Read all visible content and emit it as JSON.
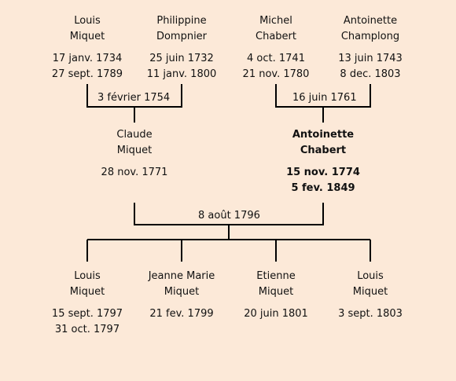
{
  "grandparents": [
    {
      "first": "Louis",
      "last": "Miquet",
      "birth": "17 janv. 1734",
      "death": "27 sept. 1789"
    },
    {
      "first": "Philippine",
      "last": "Dompnier",
      "birth": "25 juin 1732",
      "death": "11 janv. 1800"
    },
    {
      "first": "Michel",
      "last": "Chabert",
      "birth": "4 oct. 1741",
      "death": "21 nov. 1780"
    },
    {
      "first": "Antoinette",
      "last": "Champlong",
      "birth": "13 juin 1743",
      "death": "8 dec. 1803"
    }
  ],
  "grandparent_marriages": [
    "3 février 1754",
    "16 juin 1761"
  ],
  "parents": [
    {
      "first": "Claude",
      "last": "Miquet",
      "birth": "28 nov. 1771",
      "death": ""
    },
    {
      "first": "Antoinette",
      "last": "Chabert",
      "birth": "15 nov. 1774",
      "death": "5 fev. 1849"
    }
  ],
  "parent_marriage": "8 août 1796",
  "children": [
    {
      "first": "Louis",
      "last": "Miquet",
      "birth": "15 sept. 1797",
      "death": "31 oct. 1797"
    },
    {
      "first": "Jeanne Marie",
      "last": "Miquet",
      "birth": "21 fev. 1799",
      "death": ""
    },
    {
      "first": "Etienne",
      "last": "Miquet",
      "birth": "20 juin 1801",
      "death": ""
    },
    {
      "first": "Louis",
      "last": "Miquet",
      "birth": "3 sept. 1803",
      "death": ""
    }
  ],
  "colors": {
    "background": "#fce9d8",
    "line": "#000000"
  }
}
